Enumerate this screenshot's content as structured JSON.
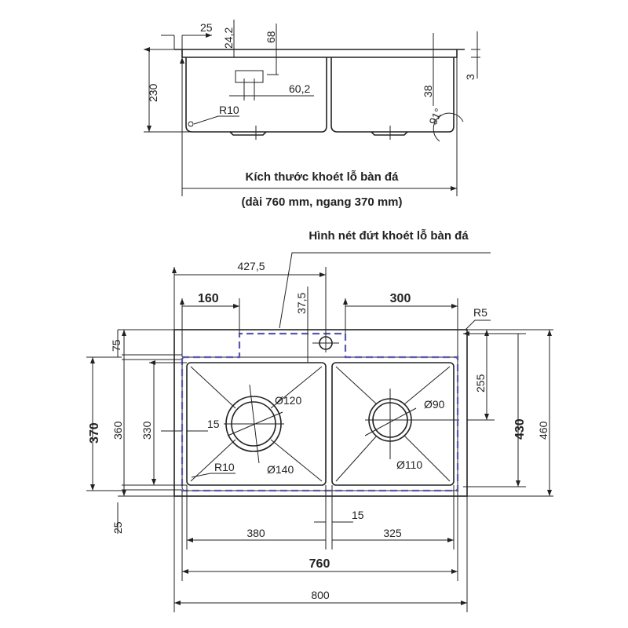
{
  "side_view": {
    "dims": {
      "d25": "25",
      "d24_2": "24,2",
      "d68": "68",
      "d230": "230",
      "d60_2": "60,2",
      "r10": "R10",
      "d38": "38",
      "d3": "3",
      "angle": "91°"
    },
    "caption_line1": "Kích thước khoét lỗ bàn đá",
    "caption_line2": "(dài 760 mm, ngang 370 mm)"
  },
  "top_view": {
    "dashed_label": "Hình nét đứt khoét lỗ bàn đá",
    "dims": {
      "d427_5": "427,5",
      "d160": "160",
      "d37_5": "37,5",
      "d300": "300",
      "r5": "R5",
      "d75": "75",
      "d370": "370",
      "d360": "360",
      "d330": "330",
      "d25": "25",
      "d15_left": "15",
      "dia120": "Ø120",
      "dia140": "Ø140",
      "r10": "R10",
      "dia90": "Ø90",
      "dia110": "Ø110",
      "d255": "255",
      "d430": "430",
      "d460": "460",
      "d15_mid": "15",
      "d380": "380",
      "d325": "325",
      "d760": "760",
      "d800": "800"
    }
  },
  "colors": {
    "cutout_dashed": "#5a58b0",
    "lines": "#222222"
  }
}
